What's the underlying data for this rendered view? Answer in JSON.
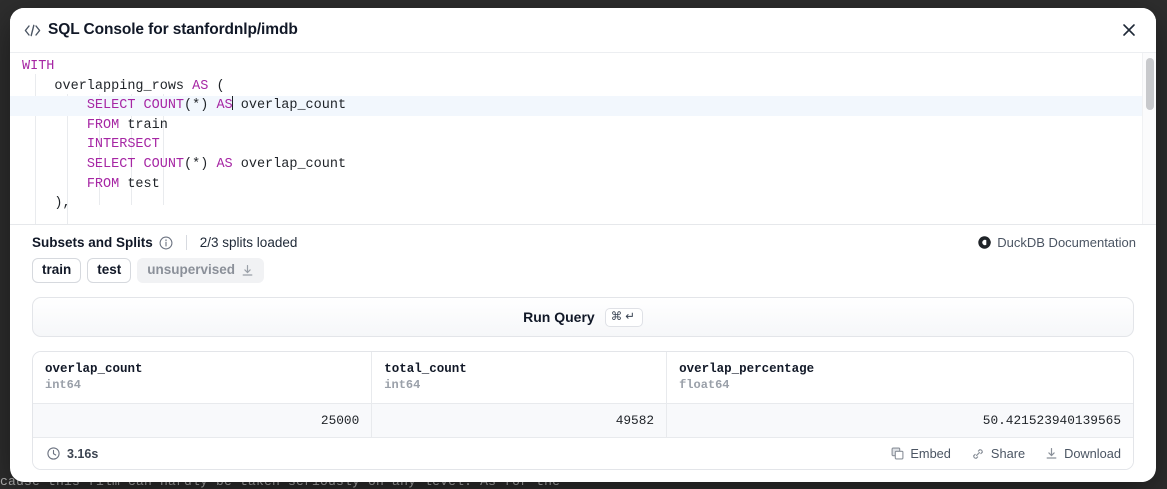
{
  "backdrop": {
    "page_text": "cause this film can hardly be taken seriously on any level. As for the"
  },
  "modal": {
    "icon": "code-brackets-icon",
    "title": "SQL Console for stanfordnlp/imdb",
    "close_label": "✕"
  },
  "editor": {
    "lines": [
      [
        {
          "t": "WITH",
          "k": true
        }
      ],
      [
        {
          "t": "    overlapping_rows ",
          "k": false
        },
        {
          "t": "AS",
          "k": true
        },
        {
          "t": " (",
          "k": false
        }
      ],
      [
        {
          "t": "        ",
          "k": false
        },
        {
          "t": "SELECT COUNT",
          "k": true
        },
        {
          "t": "(*) ",
          "k": false
        },
        {
          "t": "AS",
          "k": true
        },
        {
          "t": "|",
          "k": false
        },
        {
          "t": " overlap_count",
          "k": false
        }
      ],
      [
        {
          "t": "        ",
          "k": false
        },
        {
          "t": "FROM",
          "k": true
        },
        {
          "t": " train",
          "k": false
        }
      ],
      [
        {
          "t": "        ",
          "k": false
        },
        {
          "t": "INTERSECT",
          "k": true
        }
      ],
      [
        {
          "t": "        ",
          "k": false
        },
        {
          "t": "SELECT COUNT",
          "k": true
        },
        {
          "t": "(*) ",
          "k": false
        },
        {
          "t": "AS",
          "k": true
        },
        {
          "t": " overlap_count",
          "k": false
        }
      ],
      [
        {
          "t": "        ",
          "k": false
        },
        {
          "t": "FROM",
          "k": true
        },
        {
          "t": " test",
          "k": false
        }
      ],
      [
        {
          "t": "    ),",
          "k": false
        }
      ]
    ],
    "active_line_index": 2,
    "syntax_keyword_color": "#a626a4",
    "active_line_bg": "#f2f7fd"
  },
  "subsets": {
    "label": "Subsets and Splits",
    "info_icon": "info-circle-icon",
    "splits_loaded": "2/3 splits loaded",
    "duckdb_link": "DuckDB Documentation",
    "duckdb_icon": "duckdb-logo-icon",
    "chips": [
      {
        "label": "train",
        "state": "selected"
      },
      {
        "label": "test",
        "state": "selected"
      },
      {
        "label": "unsupervised",
        "state": "muted",
        "icon": "download-icon"
      }
    ]
  },
  "run_query": {
    "label": "Run Query",
    "shortcut_cmd": "⌘",
    "shortcut_enter": "↵"
  },
  "results": {
    "columns": [
      {
        "name": "overlap_count",
        "type": "int64"
      },
      {
        "name": "total_count",
        "type": "int64"
      },
      {
        "name": "overlap_percentage",
        "type": "float64"
      }
    ],
    "rows": [
      [
        "25000",
        "49582",
        "50.421523940139565"
      ]
    ],
    "footer": {
      "timing_icon": "clock-icon",
      "timing": "3.16s",
      "actions": [
        {
          "label": "Embed",
          "icon": "copy-icon"
        },
        {
          "label": "Share",
          "icon": "link-icon"
        },
        {
          "label": "Download",
          "icon": "download-icon"
        }
      ]
    }
  }
}
